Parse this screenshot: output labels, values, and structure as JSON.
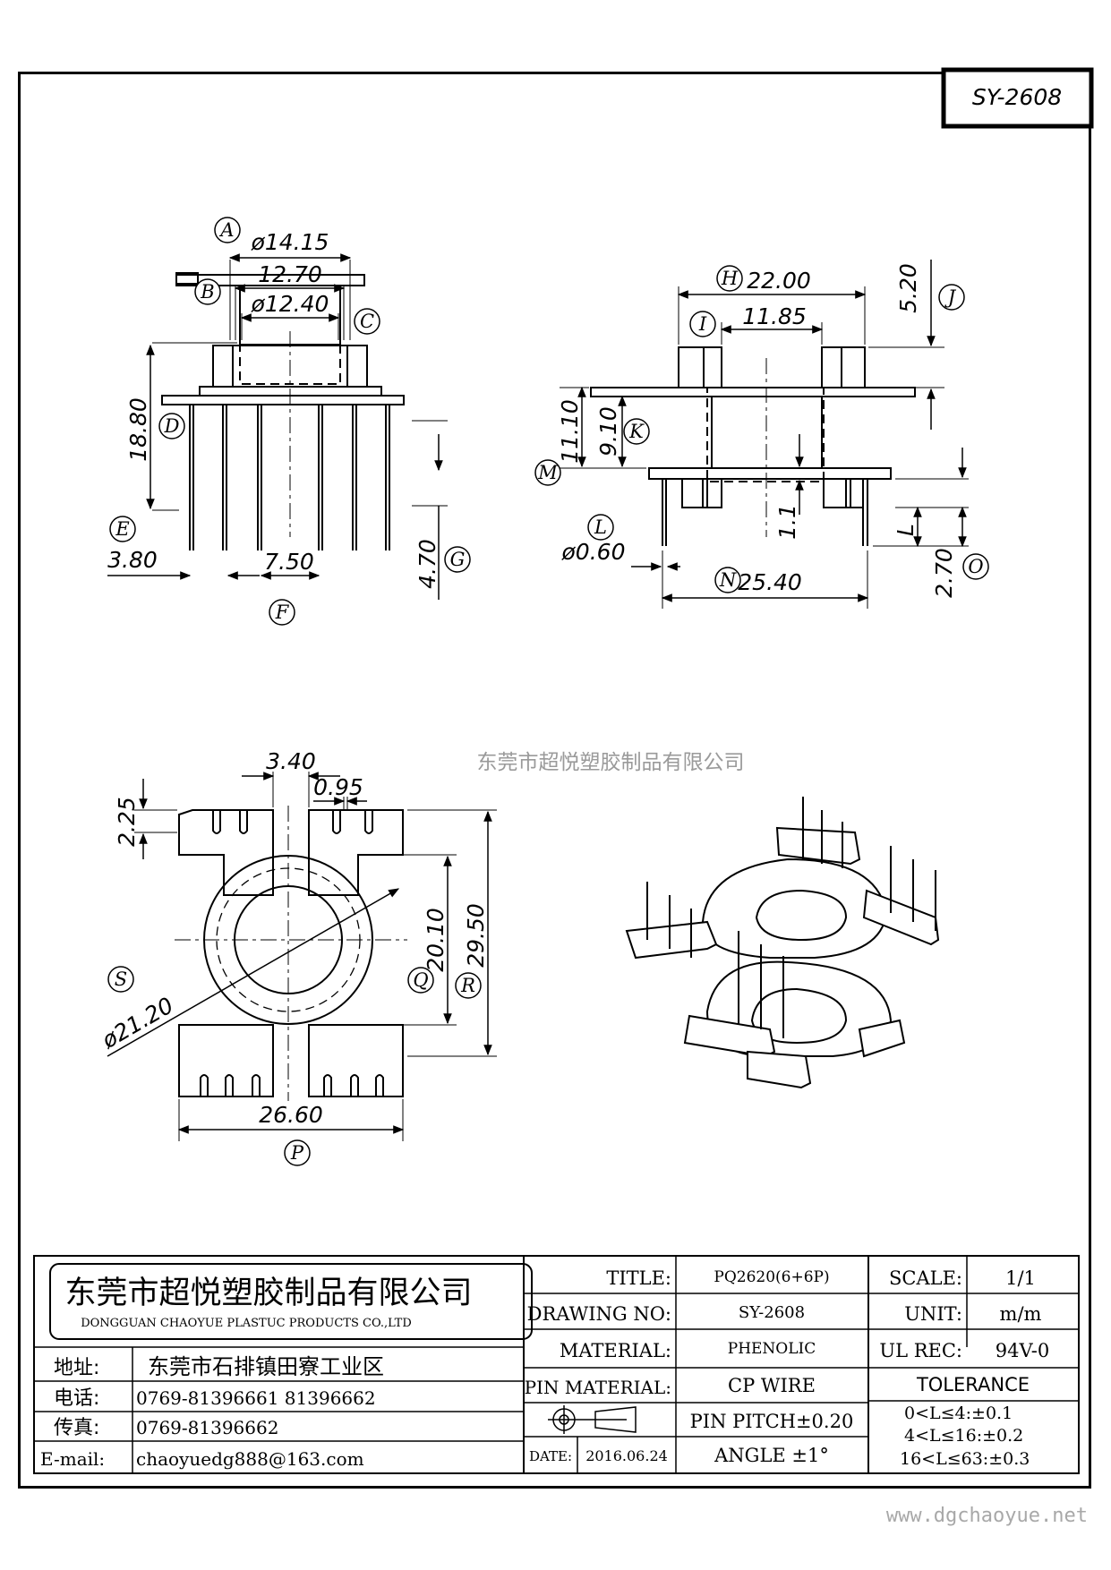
{
  "drawing_code": "SY-2608",
  "watermark": "东莞市超悦塑胶制品有限公司",
  "website": "www.dgchaoyue.net",
  "views": {
    "front": {
      "markers": {
        "A": "A",
        "B": "B",
        "C": "C",
        "D": "D",
        "E": "E",
        "F": "F",
        "G": "G"
      },
      "dims": {
        "a": "ø14.15",
        "b": "12.70",
        "c": "ø12.40",
        "d": "18.80",
        "e": "3.80",
        "f": "7.50",
        "g": "4.70"
      }
    },
    "side": {
      "markers": {
        "H": "H",
        "I": "I",
        "J": "J",
        "K": "K",
        "L": "L",
        "M": "M",
        "N": "N",
        "O": "O",
        "Lside": "L"
      },
      "dims": {
        "h": "22.00",
        "i": "11.85",
        "j": "5.20",
        "k": "9.10",
        "m": "11.10",
        "l": "ø0.60",
        "n": "25.40",
        "o": "2.70",
        "t": "1.1"
      }
    },
    "top": {
      "markers": {
        "P": "P",
        "Q": "Q",
        "R": "R",
        "S": "S"
      },
      "dims": {
        "w": "3.40",
        "x": "0.95",
        "y": "2.25",
        "s": "ø21.20",
        "q": "20.10",
        "r": "29.50",
        "p": "26.60"
      }
    }
  },
  "title_block": {
    "company_cn": "东莞市超悦塑胶制品有限公司",
    "company_en": "DONGGUAN CHAOYUE PLASTUC PRODUCTS CO.,LTD",
    "address_label": "地址:",
    "address": "东莞市石排镇田寮工业区",
    "phone_label": "电话:",
    "phone": "0769-81396661   81396662",
    "fax_label": "传真:",
    "fax": "0769-81396662",
    "email_label": "E-mail:",
    "email": "chaoyuedg888@163.com",
    "title_label": "TITLE:",
    "title": "PQ2620(6+6P)",
    "drawing_no_label": "DRAWING NO:",
    "drawing_no": "SY-2608",
    "material_label": "MATERIAL:",
    "material": "PHENOLIC",
    "pin_material_label": "PIN MATERIAL:",
    "pin_material": "CP WIRE",
    "pin_pitch": "PIN PITCH±0.20",
    "date_label": "DATE:",
    "date": "2016.06.24",
    "angle": "ANGLE  ±1°",
    "scale_label": "SCALE:",
    "scale": "1/1",
    "unit_label": "UNIT:",
    "unit": "m/m",
    "ul_label": "UL REC:",
    "ul": "94V-0",
    "tolerance_label": "TOLERANCE",
    "tolerances": [
      "0<L≤4:±0.1",
      "4<L≤16:±0.2",
      "16<L≤63:±0.3"
    ]
  }
}
